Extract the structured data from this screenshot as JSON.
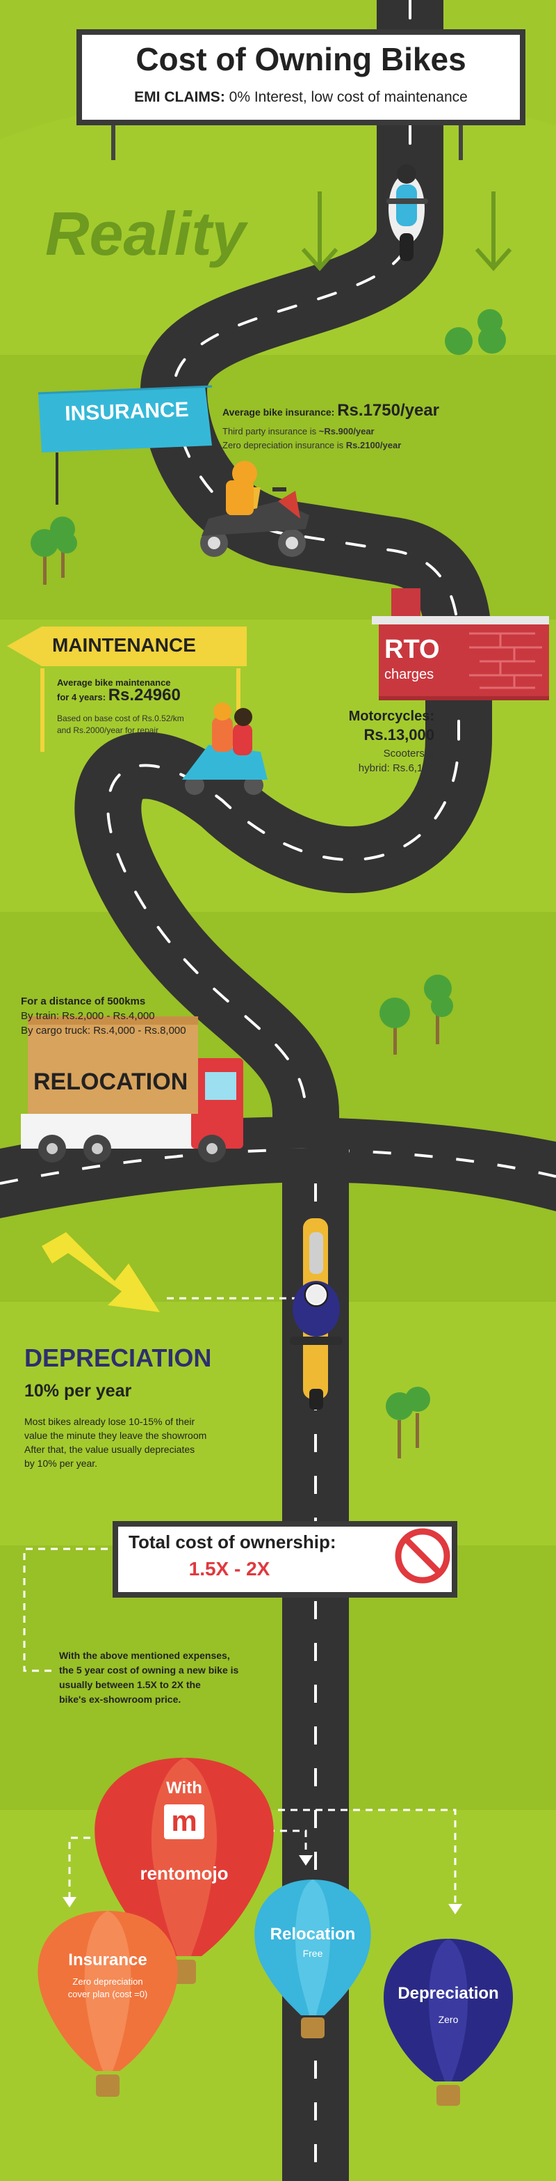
{
  "header": {
    "title": "Cost of Owning Bikes",
    "claims_label": "EMI CLAIMS:",
    "claims_text": "0% Interest, low cost of maintenance"
  },
  "reality_label": "Reality",
  "insurance": {
    "banner": "INSURANCE",
    "avg_label": "Average bike insurance:",
    "avg_value": "Rs.1750/year",
    "third_party_text": "Third party insurance is ",
    "third_party_value": "~Rs.900/year",
    "zero_dep_text": "Zero depreciation insurance is ",
    "zero_dep_value": "Rs.2100/year"
  },
  "maintenance": {
    "banner": "MAINTENANCE",
    "avg_label_line1": "Average bike maintenance",
    "avg_label_line2": "for 4 years: ",
    "avg_value": "Rs.24960",
    "note_line1": "Based on base cost of Rs.0.52/km",
    "note_line2": "and Rs.2000/year for repair"
  },
  "rto": {
    "title": "RTO",
    "subtitle": "charges",
    "motorcycles_label": "Motorcycles:",
    "motorcycles_value": "Rs.13,000",
    "scooters_line1": "Scooters &",
    "scooters_line2": "hybrid: Rs.6,100"
  },
  "relocation": {
    "box_label": "RELOCATION",
    "distance_label": "For a distance of 500kms",
    "train_text": "By train: Rs.2,000 - Rs.4,000",
    "truck_text": "By cargo truck: Rs.4,000 - Rs.8,000"
  },
  "depreciation": {
    "title": "DEPRECIATION",
    "rate": "10% per year",
    "line1": "Most bikes already lose 10-15% of their",
    "line2": "value the minute they leave the showroom",
    "line3": "After that, the value usually depreciates",
    "line4": "by 10% per year."
  },
  "total_cost": {
    "label": "Total cost of ownership:",
    "value": "1.5X - 2X",
    "desc_line1": "With the above mentioned expenses,",
    "desc_line2": "the 5 year cost of owning a new bike is",
    "desc_line3": "usually between 1.5X to 2X the",
    "desc_line4": "bike's ex-showroom price."
  },
  "balloons": {
    "main_with": "With",
    "main_logo_letter": "m",
    "main_brand": "rentomojo",
    "insurance_title": "Insurance",
    "insurance_line1": "Zero depreciation",
    "insurance_line2": "cover plan (cost =0)",
    "relocation_title": "Relocation",
    "relocation_sub": "Free",
    "depreciation_title": "Depreciation",
    "depreciation_sub": "Zero"
  },
  "colors": {
    "bg_light": "#a3cb2e",
    "bg_dark": "#97bf26",
    "road": "#333333",
    "insurance_banner": "#35b8d8",
    "maintenance_arrow": "#f2d43c",
    "rto_brick": "#c9383f",
    "depreciation_text": "#2e2e6e",
    "total_value": "#e0393e",
    "balloon_red": "#e03c35",
    "balloon_orange": "#f0733c",
    "balloon_blue": "#3ab5dc",
    "balloon_navy": "#2a2a86"
  }
}
